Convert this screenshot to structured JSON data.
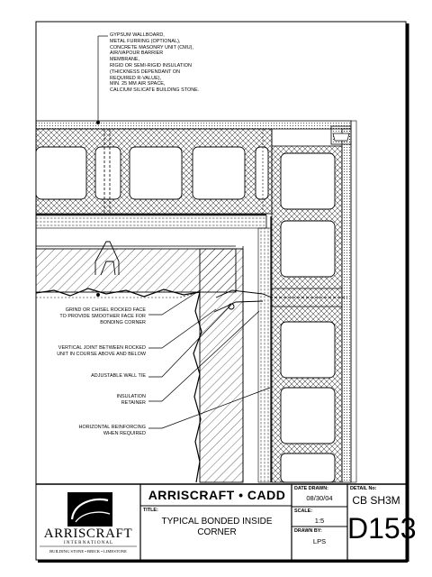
{
  "material_callout": {
    "lines": [
      "GYPSUM WALLBOARD,",
      "METAL FURRING (OPTIONAL),",
      "CONCRETE MASONRY UNIT (CMU),",
      "AIR/VAPOUR BARRIER",
      "MEMBRANE,",
      "RIGID OR SEMI-RIGID INSULATION",
      "(THICKNESS DEPENDANT ON",
      "REQUIRED R-VALUE),",
      "MIN. 25 MM AIR SPACE,",
      "CALCIUM SILICATE BUILDING STONE."
    ]
  },
  "callouts": {
    "grind": [
      "GRIND OR CHISEL ROCKED FACE",
      "TO PROVIDE SMOOTHER FACE FOR",
      "BONDING CORNER"
    ],
    "joint": [
      "VERTICAL JOINT BETWEEN ROCKED",
      "UNIT IN COURSE ABOVE AND BELOW"
    ],
    "tie": [
      "ADJUSTABLE WALL TIE"
    ],
    "insulation": [
      "INSULATION",
      "RETAINER"
    ],
    "reinforcing": [
      "HORIZONTAL REINFORCING",
      "WHEN REQUIRED"
    ]
  },
  "title_block": {
    "company_banner": "ARRISCRAFT • CADD",
    "logo": {
      "name": "ARRISCRAFT",
      "sub": "I N T E R N A T I O N A L",
      "tagline": "BUILDING STONE • BRICK • LIMESTONE"
    },
    "title_label": "TITLE:",
    "title_lines": [
      "TYPICAL BONDED INSIDE",
      "CORNER"
    ],
    "date_label": "DATE DRAWN:",
    "date_value": "08/30/04",
    "scale_label": "SCALE:",
    "scale_value": "1:5",
    "drawn_label": "DRAWN BY:",
    "drawn_value": "LPS",
    "detail_label": "DETAIL No:",
    "detail_code": "CB SH3M",
    "detail_number": "D153"
  }
}
